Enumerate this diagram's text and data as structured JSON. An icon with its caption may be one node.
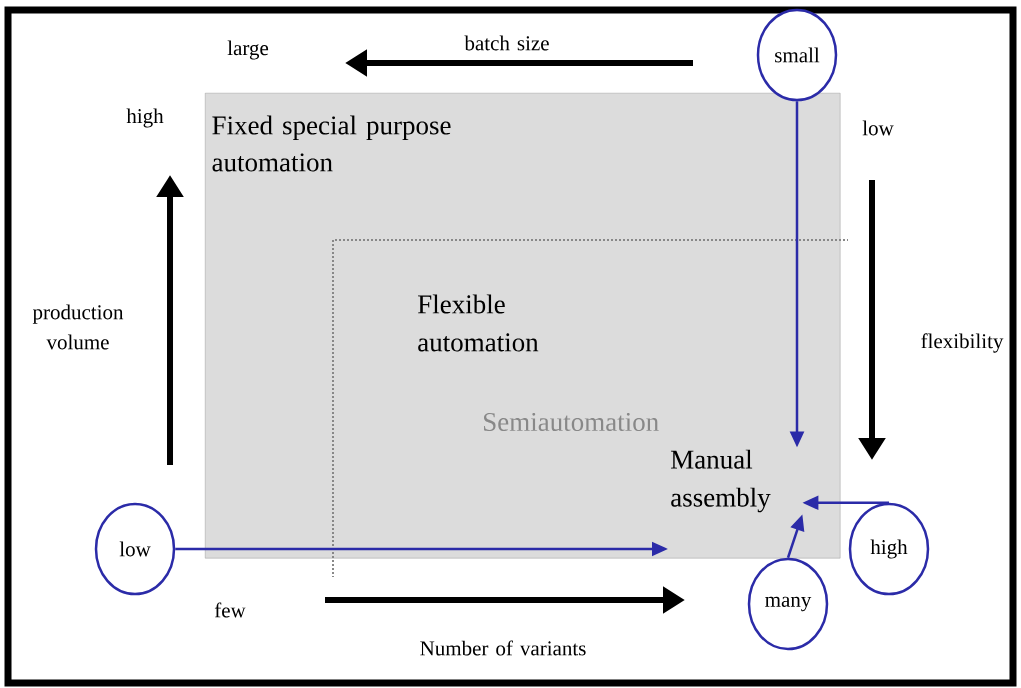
{
  "diagram": {
    "nodes": [
      {
        "text": [
          "Fixed special purpose automation"
        ]
      },
      {
        "text": [
          "Flexible automation"
        ],
        "in": 0
      },
      {
        "text": [
          "Semiautomation"
        ],
        "in": 0
      },
      {
        "text": [
          "Manual assembly"
        ],
        "in": 0
      },
      {
        "text": [
          "small"
        ]
      },
      {
        "text": [
          "low"
        ]
      },
      {
        "text": [
          "high"
        ]
      },
      {
        "text": [
          "many"
        ]
      }
    ],
    "edges": [
      {
        "from": 4,
        "to": 3,
        "arrow": "to"
      },
      {
        "from": 5,
        "to": 3,
        "arrow": "to"
      },
      {
        "from": 6,
        "to": 3,
        "arrow": "to"
      },
      {
        "from": 7,
        "to": 3,
        "arrow": "to"
      }
    ],
    "labels": [
      "large",
      "batch size",
      "high",
      "low",
      "production volume",
      "flexibility",
      "few",
      "Number of variants"
    ]
  }
}
